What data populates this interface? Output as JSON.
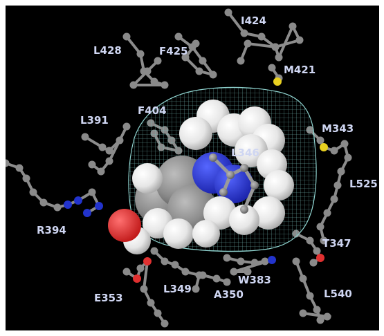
{
  "labels": {
    "i424": "I424",
    "l428": "L428",
    "f425": "F425",
    "m421": "M421",
    "l391": "L391",
    "f404": "F404",
    "m343": "M343",
    "l346": "L346",
    "l525": "L525",
    "r394": "R394",
    "t347": "T347",
    "e353": "E353",
    "l349": "L349",
    "w383": "W383",
    "a350": "A350",
    "l540": "L540"
  },
  "colors": {
    "background": "#000000",
    "carbon": "#8a8a8a",
    "hydrogen": "#f0f0f0",
    "nitrogen": "#2233cc",
    "oxygen": "#e03030",
    "sulfur": "#e8d020",
    "mesh": "#8fd3cf",
    "label": "#cfd6f2"
  }
}
